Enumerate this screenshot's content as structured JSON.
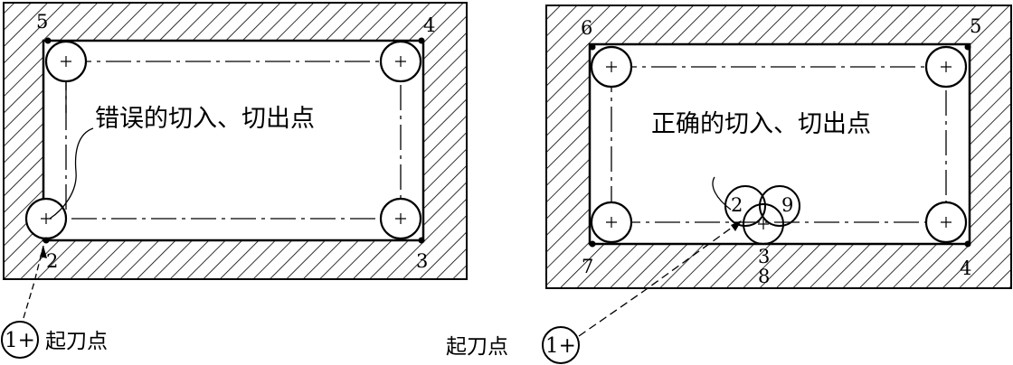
{
  "left_panel": {
    "caption": "错误的切入、切出点",
    "point_labels": [
      "5",
      "4",
      "2",
      "3"
    ],
    "start_label": "起刀点",
    "start_circle_label": "1+"
  },
  "right_panel": {
    "caption": "正确的切入、切出点",
    "point_labels": [
      "6",
      "5",
      "7",
      "4"
    ],
    "entry_labels": {
      "p2": "2",
      "p9": "9",
      "p3": "3",
      "p8": "8"
    },
    "start_label": "起刀点",
    "start_circle_label": "1+"
  }
}
